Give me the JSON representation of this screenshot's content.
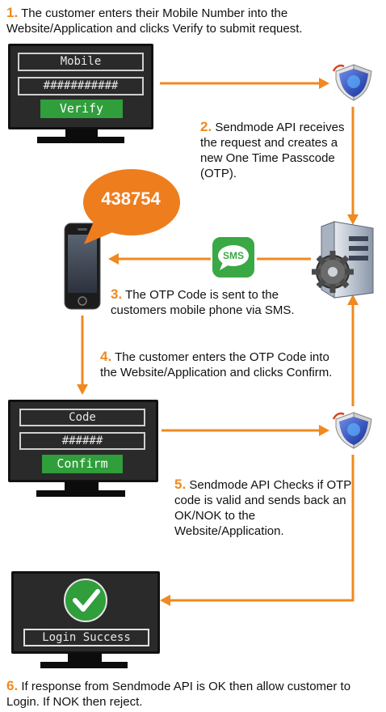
{
  "step1": {
    "num": "1.",
    "text": "The customer enters their Mobile Number into the Website/Application and clicks Verify to submit request."
  },
  "step2": {
    "num": "2.",
    "text": "Sendmode API receives the request and creates a new One Time Passcode (OTP)."
  },
  "step3": {
    "num": "3.",
    "text": "The OTP Code is sent to the customers mobile phone via SMS."
  },
  "step4": {
    "num": "4.",
    "text": "The customer enters the OTP Code into the Website/Application and clicks Confirm."
  },
  "step5": {
    "num": "5.",
    "text": "Sendmode API Checks if OTP code is valid and sends back an OK/NOK to the Website/Application."
  },
  "step6": {
    "num": "6.",
    "text": "If response from Sendmode API is OK then allow customer to Login. If NOK then reject."
  },
  "screen1": {
    "mobile_label": "Mobile",
    "number_value": "###########",
    "verify_label": "Verify"
  },
  "otp_bubble": {
    "code": "438754"
  },
  "sms_icon": {
    "label": "SMS"
  },
  "screen2": {
    "code_label": "Code",
    "code_value": "######",
    "confirm_label": "Confirm"
  },
  "screen3": {
    "status_label": "Login Success"
  },
  "colors": {
    "accent": "#f0891f",
    "button": "#2f9e3b",
    "screen": "#2a2a2a",
    "shield": "#1f3fb0",
    "sms": "#3aa845"
  }
}
